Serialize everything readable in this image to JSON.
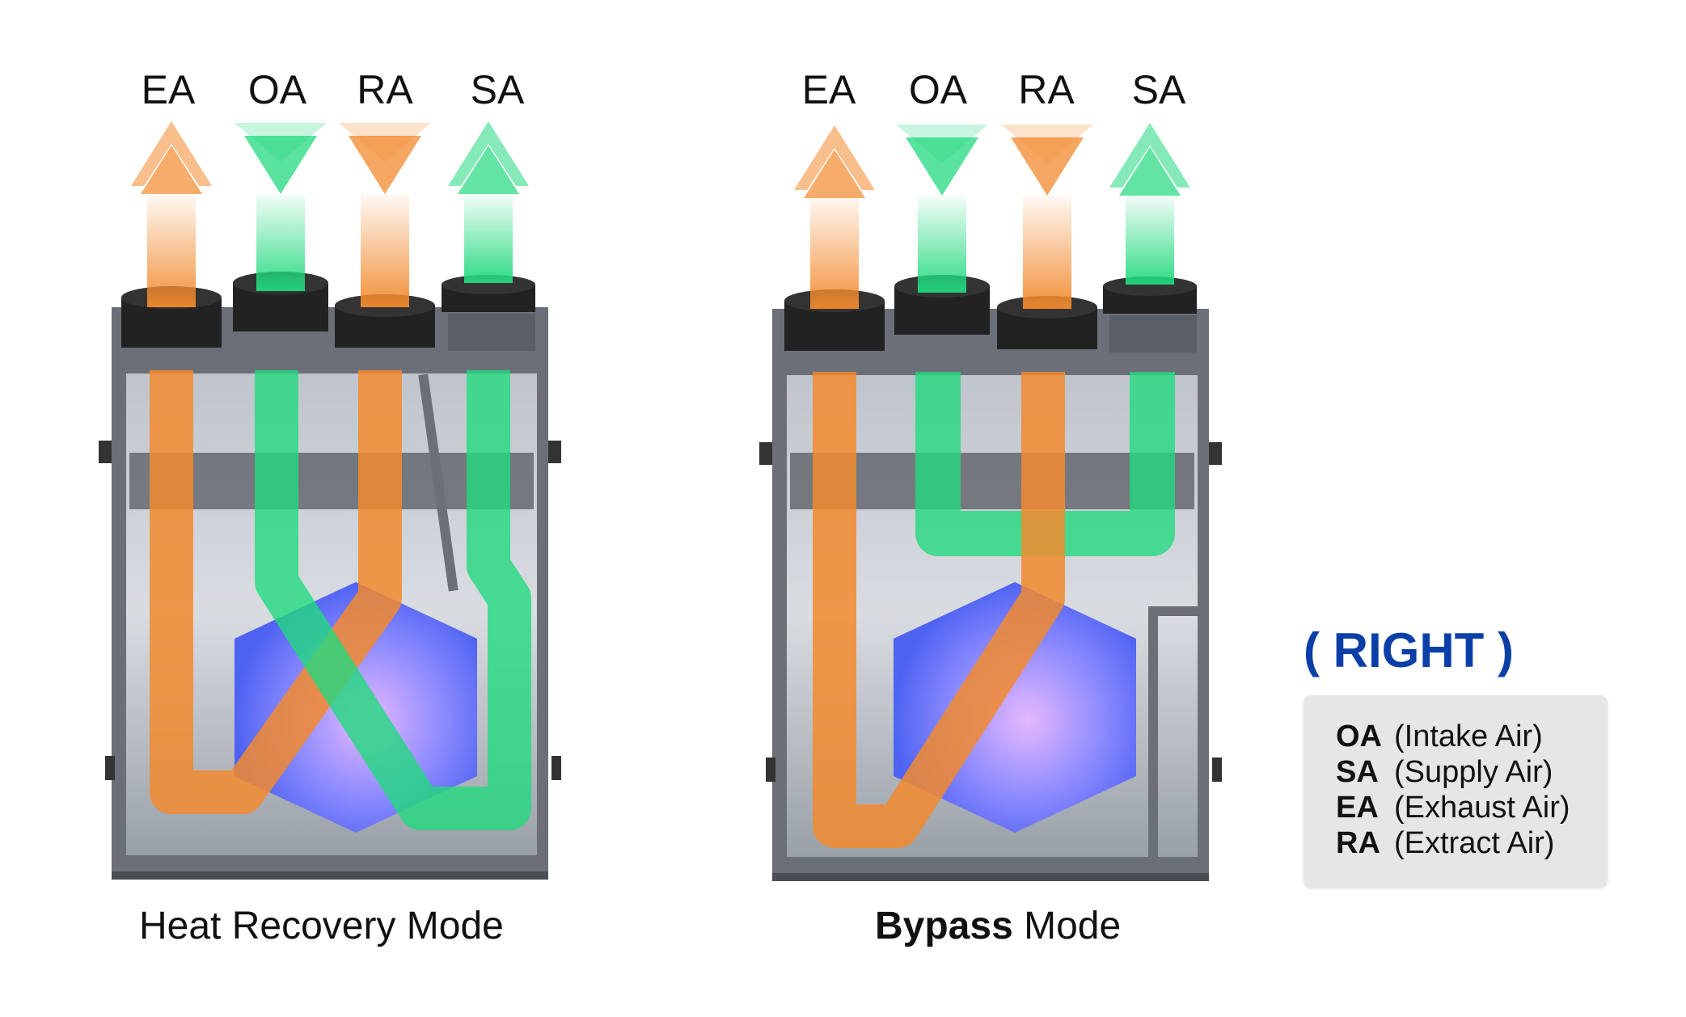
{
  "unit_left": {
    "ports": [
      "EA",
      "OA",
      "RA",
      "SA"
    ],
    "caption": "Heat Recovery Mode"
  },
  "unit_right": {
    "ports": [
      "EA",
      "OA",
      "RA",
      "SA"
    ],
    "caption_bold": "Bypass",
    "caption_rest": " Mode"
  },
  "side_title": "( RIGHT )",
  "legend": [
    {
      "abbr": "OA",
      "desc": "(Intake Air)"
    },
    {
      "abbr": "SA",
      "desc": "(Supply Air)"
    },
    {
      "abbr": "EA",
      "desc": "(Exhaust Air)"
    },
    {
      "abbr": "RA",
      "desc": "(Extract Air)"
    }
  ],
  "colors": {
    "exhaust_flow": "#f28a2e",
    "supply_flow": "#22d97e",
    "core": "#7f7fff",
    "frame": "#6b6f78",
    "title_blue": "#0b3fa8"
  }
}
